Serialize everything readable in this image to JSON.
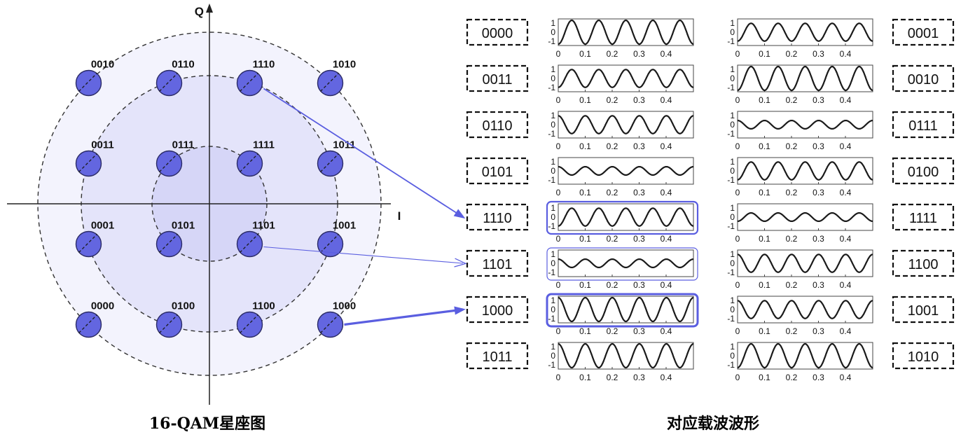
{
  "constellation": {
    "title": "16-QAM星座图",
    "axis_i": "I",
    "axis_q": "Q",
    "points": [
      {
        "label": "0010",
        "i": -3,
        "q": 3
      },
      {
        "label": "0110",
        "i": -1,
        "q": 3
      },
      {
        "label": "1110",
        "i": 1,
        "q": 3
      },
      {
        "label": "1010",
        "i": 3,
        "q": 3
      },
      {
        "label": "0011",
        "i": -3,
        "q": 1
      },
      {
        "label": "0111",
        "i": -1,
        "q": 1
      },
      {
        "label": "1111",
        "i": 1,
        "q": 1
      },
      {
        "label": "1011",
        "i": 3,
        "q": 1
      },
      {
        "label": "0001",
        "i": -3,
        "q": -1
      },
      {
        "label": "0101",
        "i": -1,
        "q": -1
      },
      {
        "label": "1101",
        "i": 1,
        "q": -1
      },
      {
        "label": "1001",
        "i": 3,
        "q": -1
      },
      {
        "label": "0000",
        "i": -3,
        "q": -3
      },
      {
        "label": "0100",
        "i": -1,
        "q": -3
      },
      {
        "label": "1100",
        "i": 1,
        "q": -3
      },
      {
        "label": "1000",
        "i": 3,
        "q": -3
      }
    ],
    "colors": {
      "point": "#6366e0",
      "point_stroke": "#2b2b66",
      "ring_fill": "#e8e8fb",
      "arrow": "#5a5ee0"
    }
  },
  "waveforms": {
    "title": "对应载波波形",
    "x_ticks": [
      "0",
      "0.1",
      "0.2",
      "0.3",
      "0.4"
    ],
    "y_ticks": [
      "1",
      "0",
      "-1"
    ],
    "cycles": 5,
    "left": [
      {
        "label": "0000",
        "amplitude": 1.0,
        "phase_deg": 180
      },
      {
        "label": "0011",
        "amplitude": 0.75,
        "phase_deg": 180
      },
      {
        "label": "0110",
        "amplitude": 0.75,
        "phase_deg": 0
      },
      {
        "label": "0101",
        "amplitude": 0.35,
        "phase_deg": 0
      },
      {
        "label": "1110",
        "amplitude": 0.75,
        "phase_deg": 180,
        "highlight": "medium"
      },
      {
        "label": "1101",
        "amplitude": 0.35,
        "phase_deg": 0,
        "highlight": "thin"
      },
      {
        "label": "1000",
        "amplitude": 1.0,
        "phase_deg": 0,
        "highlight": "thick"
      },
      {
        "label": "1011",
        "amplitude": 1.0,
        "phase_deg": 0
      }
    ],
    "right": [
      {
        "label": "0001",
        "amplitude": 0.75,
        "phase_deg": 180
      },
      {
        "label": "0010",
        "amplitude": 1.0,
        "phase_deg": 180
      },
      {
        "label": "0111",
        "amplitude": 0.35,
        "phase_deg": 0
      },
      {
        "label": "0100",
        "amplitude": 0.75,
        "phase_deg": 180
      },
      {
        "label": "1111",
        "amplitude": 0.35,
        "phase_deg": 180
      },
      {
        "label": "1100",
        "amplitude": 0.75,
        "phase_deg": 0
      },
      {
        "label": "1001",
        "amplitude": 0.75,
        "phase_deg": 0
      },
      {
        "label": "1010",
        "amplitude": 1.0,
        "phase_deg": 180
      }
    ],
    "arrows": [
      {
        "from": "1110",
        "to": "1110"
      },
      {
        "from": "1101",
        "to": "1101"
      },
      {
        "from": "1000",
        "to": "1000"
      }
    ]
  }
}
